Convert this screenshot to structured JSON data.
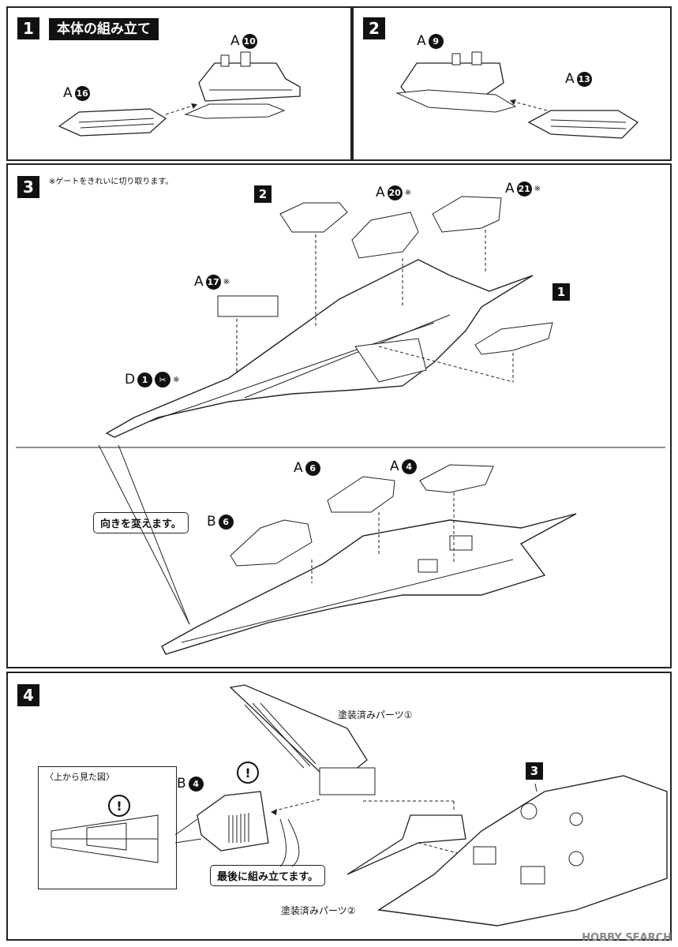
{
  "step1": {
    "num": "1",
    "title": "本体の組み立て",
    "label_a": "A",
    "part_top": "10",
    "part_left": "16"
  },
  "step2": {
    "num": "2",
    "label_a": "A",
    "part_top": "9",
    "part_right": "13"
  },
  "step3": {
    "num": "3",
    "note": "※ゲートをきれいに切り取ります。",
    "ref2": "2",
    "ref1": "1",
    "a20": "20",
    "a21": "21",
    "a17": "17",
    "d1": "1",
    "mark": "※",
    "a6": "6",
    "a4": "4",
    "b6": "6",
    "callout": "向きを変えます。",
    "label_a": "A",
    "label_b": "B",
    "label_d": "D"
  },
  "step4": {
    "num": "4",
    "inset_title": "〈上から見た図〉",
    "b4": "4",
    "label_b": "B",
    "painted1": "塗装済みパーツ①",
    "painted2": "塗装済みパーツ②",
    "callout": "最後に組み立てます。",
    "ref3": "3",
    "excl": "!"
  },
  "watermark": "HOBBY SEARCH"
}
